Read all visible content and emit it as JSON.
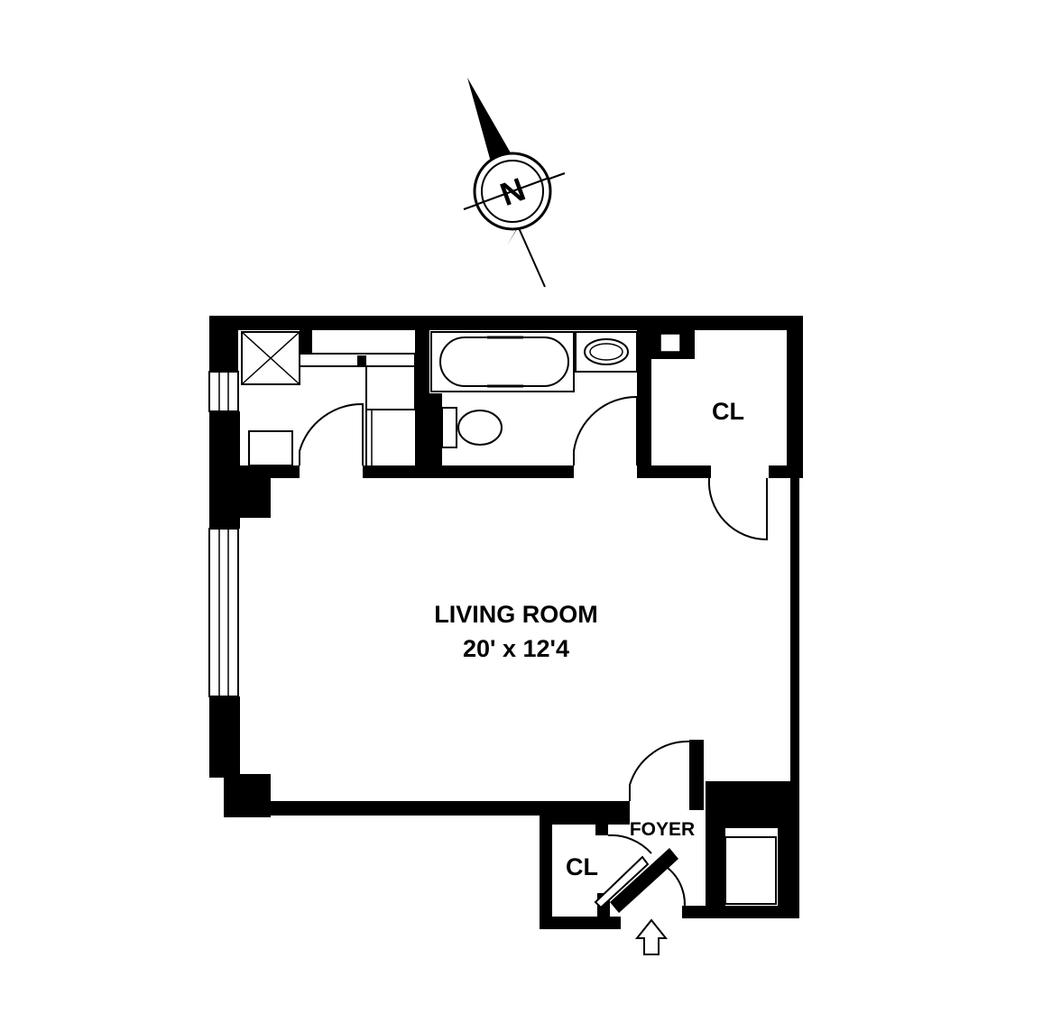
{
  "compass": {
    "letter": "N",
    "icon": "north-arrow-icon"
  },
  "rooms": {
    "living_room": {
      "name": "LIVING ROOM",
      "size": "20' x 12'4"
    },
    "closet_top": {
      "name": "CL"
    },
    "closet_bottom": {
      "name": "CL"
    },
    "foyer": {
      "name": "FOYER"
    }
  },
  "entry": {
    "icon": "entry-arrow-icon"
  },
  "colors": {
    "wall": "#000000",
    "background": "#ffffff"
  }
}
